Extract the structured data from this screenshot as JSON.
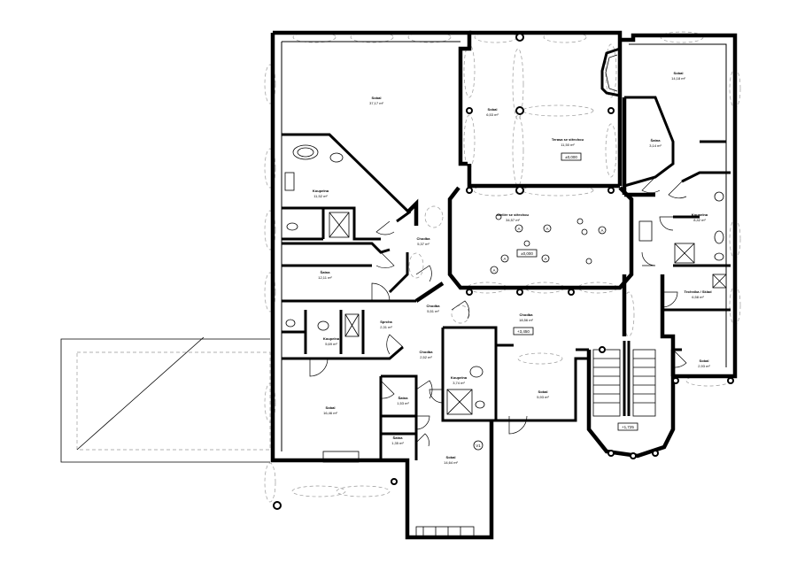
{
  "rooms": {
    "r1": {
      "name": "Sobal",
      "area": "37,17 m²"
    },
    "r2": {
      "name": "Sobal",
      "area": "6,53 m²"
    },
    "r3": {
      "name": "Terasa se střechou",
      "area": "11,50 m²"
    },
    "r4": {
      "name": "Sobal",
      "area": "14,18 m²"
    },
    "r5": {
      "name": "Šatna",
      "area": "3,14 m²"
    },
    "r6": {
      "name": "Koupelna",
      "area": "11,52 m²"
    },
    "r7": {
      "name": "Ateliér se střechou",
      "area": "34,57 m²"
    },
    "r8": {
      "name": "Koupelna",
      "area": "8,42 m²"
    },
    "r9": {
      "name": "Chodba",
      "area": "5,37 m²"
    },
    "r10": {
      "name": "Šatna",
      "area": "12,11 m²"
    },
    "r11": {
      "name": "Technika / Sklad",
      "area": "6,58 m²"
    },
    "r12": {
      "name": "Chodba",
      "area": "5,51 m²"
    },
    "r13": {
      "name": "Chodba",
      "area": "18,56 m²"
    },
    "r14": {
      "name": "Sprcha",
      "area": "2,31 m²"
    },
    "r15": {
      "name": "Koupelna",
      "area": "5,69 m²"
    },
    "r16": {
      "name": "Chodba",
      "area": "2,52 m²"
    },
    "r17": {
      "name": "Koupelna",
      "area": "3,74 m²"
    },
    "r18": {
      "name": "Sobal",
      "area": "2,93 m²"
    },
    "r19": {
      "name": "Šatna",
      "area": "1,53 m²"
    },
    "r20": {
      "name": "Sobal",
      "area": "16,46 m²"
    },
    "r21": {
      "name": "Sobal",
      "area": "5,93 m²"
    },
    "r22": {
      "name": "Šatna",
      "area": "1,35 m²"
    },
    "r23": {
      "name": "Sobal",
      "area": "14,64 m²"
    }
  },
  "levels": {
    "terrace": "±0,000",
    "atelier": "±0,000",
    "hall": "+3,450",
    "stair": "+1,725"
  },
  "markers": {
    "light": "A",
    "vent": "V1"
  }
}
